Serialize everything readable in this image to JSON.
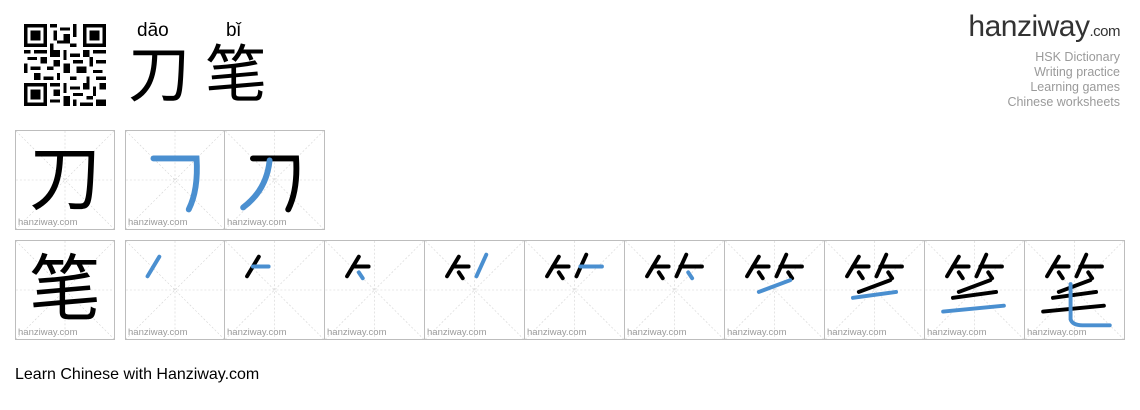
{
  "header": {
    "characters": [
      {
        "pinyin": "dāo",
        "hanzi": "刀"
      },
      {
        "pinyin": "bǐ",
        "hanzi": "笔"
      }
    ]
  },
  "brand": {
    "logo_main": "hanziway",
    "logo_suffix": ".com",
    "links": [
      "HSK Dictionary",
      "Writing practice",
      "Learning games",
      "Chinese worksheets"
    ]
  },
  "stroke_rows": [
    {
      "hanzi": "刀",
      "stroke_count": 2
    },
    {
      "hanzi": "笔",
      "stroke_count": 10
    }
  ],
  "watermark": "hanziway.com",
  "footer": {
    "text": "Learn Chinese with Hanziway.com"
  },
  "colors": {
    "highlight": "#4a8fd0",
    "grid": "#cfcfcf",
    "border": "#bdbdbd"
  }
}
